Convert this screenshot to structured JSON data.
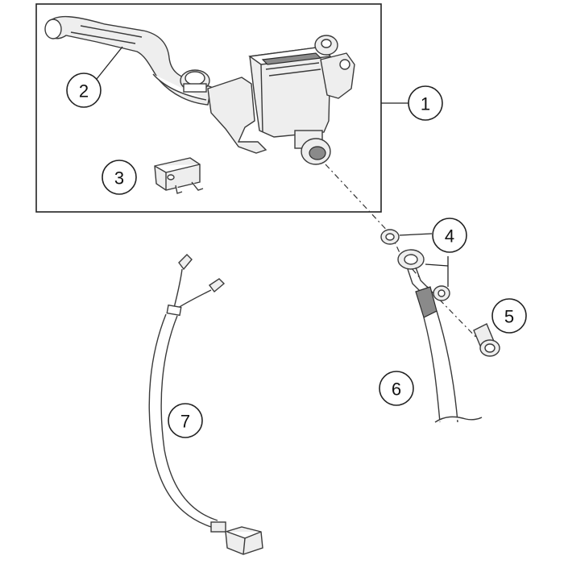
{
  "callouts": {
    "c1": "1",
    "c2": "2",
    "c3": "3",
    "c4": "4",
    "c5": "5",
    "c6": "6",
    "c7": "7"
  },
  "colors": {
    "line": "#3a3a3a",
    "fill": "#eeeeee",
    "background": "#ffffff"
  }
}
